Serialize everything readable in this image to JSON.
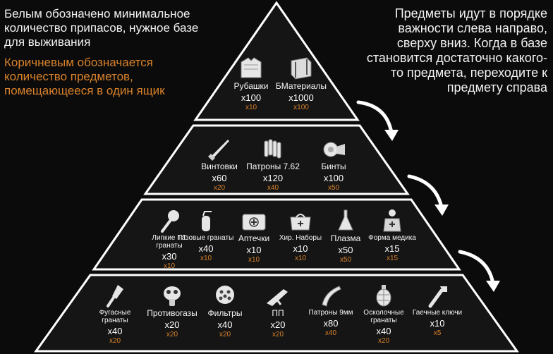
{
  "notes": {
    "left_white": "Белым обозначено минимальное количество припасов, нужное базе для выживания",
    "left_brown": "Коричневым обозначается количество предметов, помещающееся в один ящик",
    "right": "Предметы идут в порядке важности слева направо, сверху вниз. Когда в базе становится достаточно какого-то предмета, переходите к предмету справа"
  },
  "colors": {
    "background": "#0b0b0b",
    "tier": "#151515",
    "outline": "#ffffff",
    "brown": "#d9822b"
  },
  "tiers": [
    {
      "items": [
        {
          "name": "Рубашки",
          "qty": "x100",
          "box": "x10",
          "icon": "shirt-icon"
        },
        {
          "name": "БМатериалы",
          "qty": "x1000",
          "box": "x100",
          "icon": "girder-icon"
        }
      ]
    },
    {
      "items": [
        {
          "name": "Винтовки",
          "qty": "x60",
          "box": "x20",
          "icon": "rifle-icon"
        },
        {
          "name": "Патроны 7.62",
          "qty": "x120",
          "box": "x40",
          "icon": "ammo-icon"
        },
        {
          "name": "Бинты",
          "qty": "x100",
          "box": "x50",
          "icon": "bandage-icon"
        }
      ]
    },
    {
      "items": [
        {
          "name": "Липкие ПТ гранаты",
          "qty": "x30",
          "box": "x10",
          "icon": "sticky-grenade-icon"
        },
        {
          "name": "Газовые гранаты",
          "qty": "x40",
          "box": "x10",
          "icon": "gas-grenade-icon"
        },
        {
          "name": "Аптечки",
          "qty": "x10",
          "box": "x10",
          "icon": "first-aid-icon"
        },
        {
          "name": "Хир. Наборы",
          "qty": "x10",
          "box": "x10",
          "icon": "medical-bag-icon"
        },
        {
          "name": "Плазма",
          "qty": "x50",
          "box": "x50",
          "icon": "plasma-icon"
        },
        {
          "name": "Форма медика",
          "qty": "x15",
          "box": "x15",
          "icon": "medic-uniform-icon"
        }
      ]
    },
    {
      "items": [
        {
          "name": "Фугасные гранаты",
          "qty": "x40",
          "box": "x20",
          "icon": "he-grenade-icon"
        },
        {
          "name": "Противогазы",
          "qty": "x20",
          "box": "x20",
          "icon": "gas-mask-icon"
        },
        {
          "name": "Фильтры",
          "qty": "x40",
          "box": "x20",
          "icon": "filter-icon"
        },
        {
          "name": "ПП",
          "qty": "x20",
          "box": "x20",
          "icon": "smg-icon"
        },
        {
          "name": "Патроны 9мм",
          "qty": "x80",
          "box": "x40",
          "icon": "9mm-ammo-icon"
        },
        {
          "name": "Осколочные гранаты",
          "qty": "x40",
          "box": "x20",
          "icon": "frag-grenade-icon"
        },
        {
          "name": "Гаечные ключи",
          "qty": "x10",
          "box": "x5",
          "icon": "wrench-icon"
        }
      ]
    }
  ]
}
